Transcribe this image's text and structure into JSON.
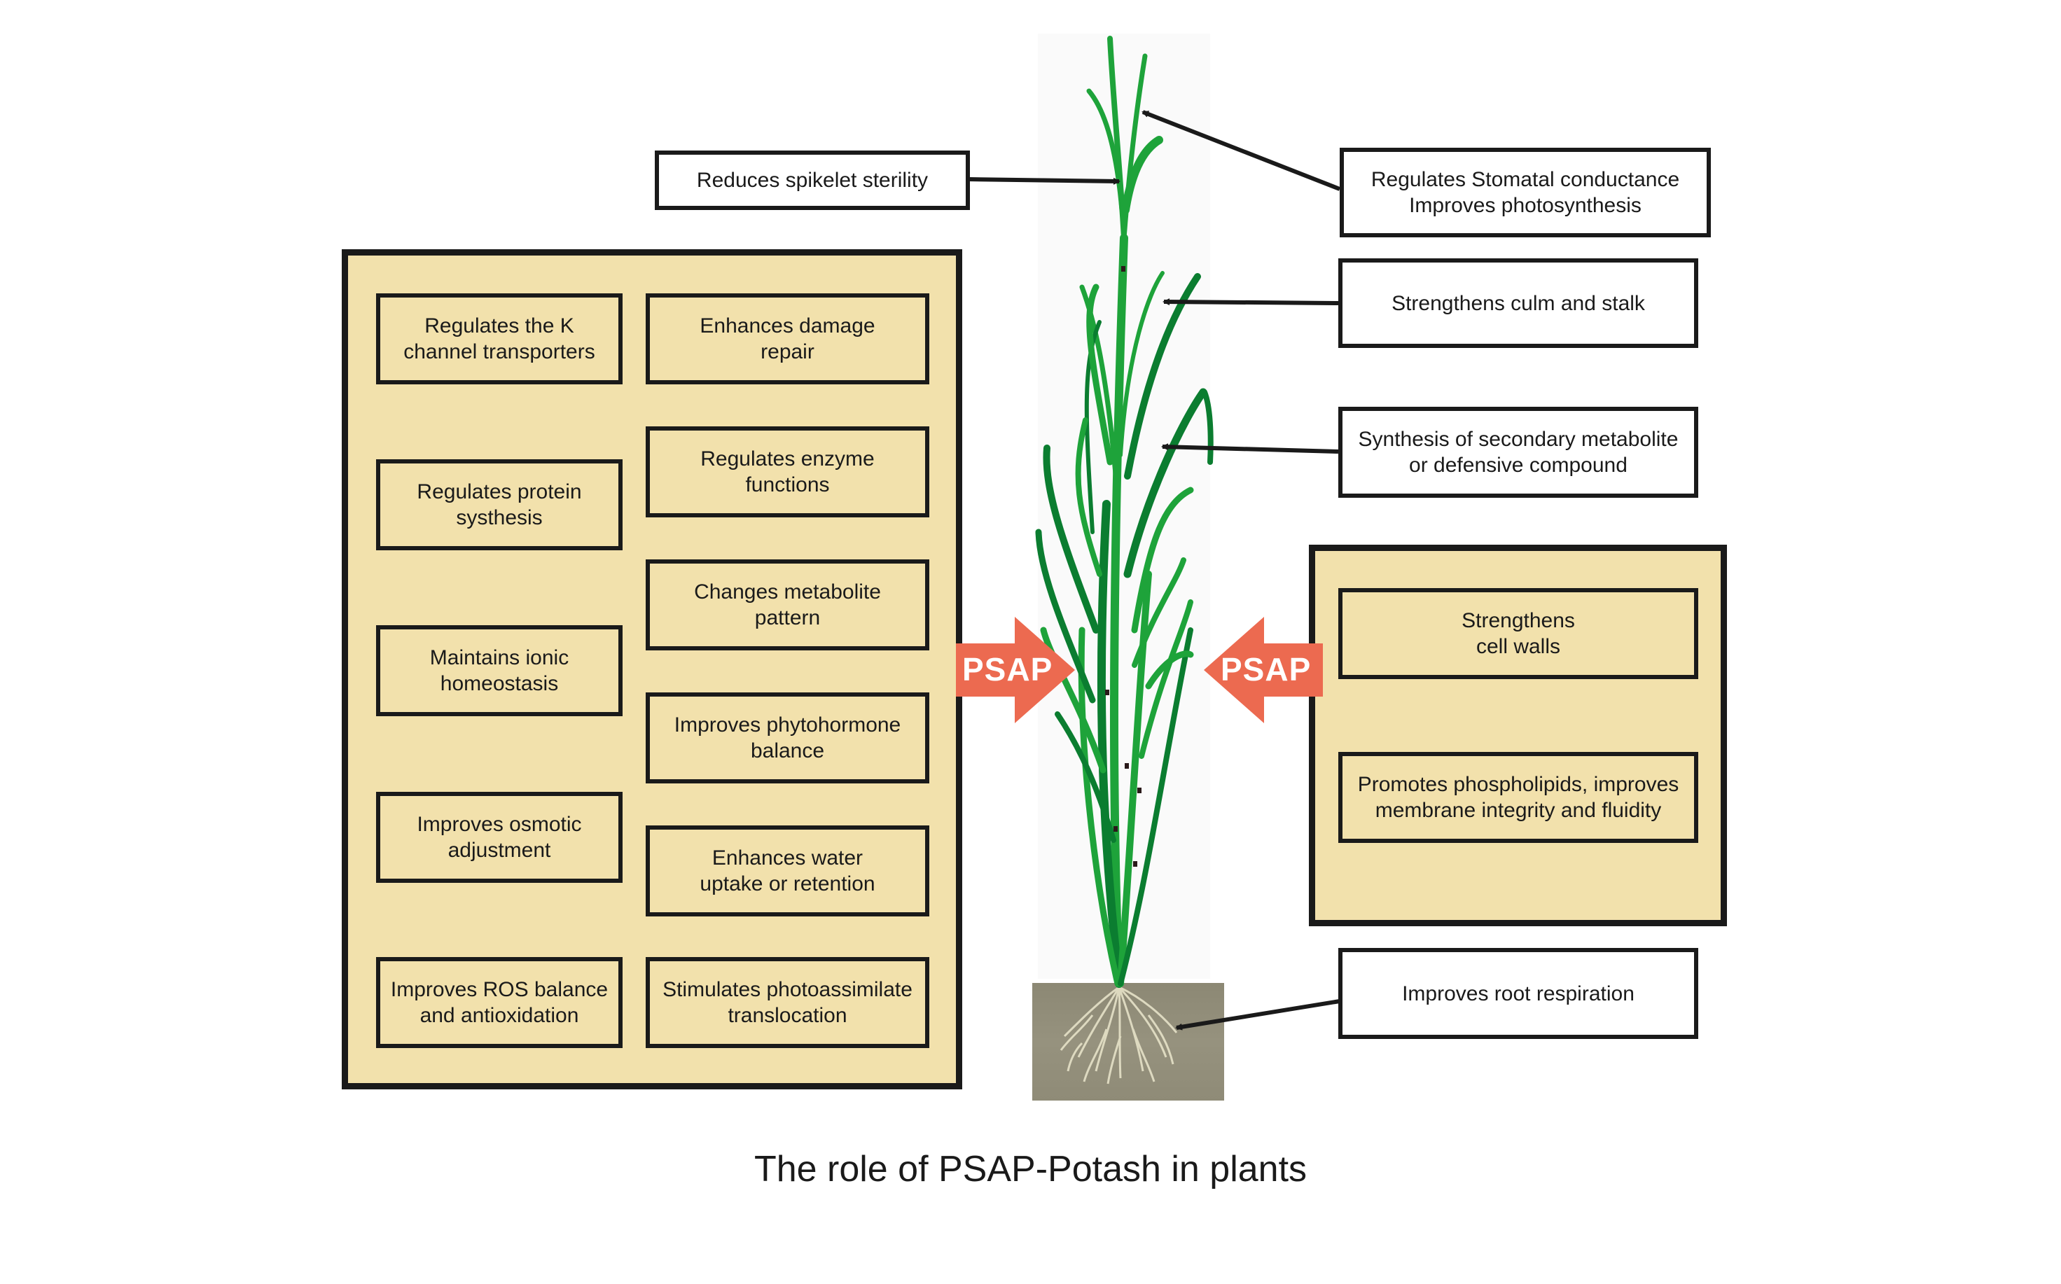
{
  "title": "The role of PSAP-Potash in plants",
  "colors": {
    "panel_fill": "#f2e1ac",
    "border": "#1a1a1a",
    "psap_arrow": "#ec6a50",
    "leaf_light": "#1ea33a",
    "leaf_dark": "#0b7d30",
    "soil": "#8e8a75",
    "roots": "#e8e4cc"
  },
  "psap_arrows": [
    {
      "label": "PSAP",
      "direction": "right"
    },
    {
      "label": "PSAP",
      "direction": "left"
    }
  ],
  "callouts": {
    "spikelet": "Reduces spikelet sterility",
    "stomatal": "Regulates Stomatal conductance\nImproves photosynthesis",
    "culm": "Strengthens culm and stalk",
    "secondary": "Synthesis of secondary metabolite\nor defensive compound",
    "root": "Improves root respiration"
  },
  "left_panel": {
    "left_column": [
      "Regulates the K\nchannel transporters",
      "Regulates protein\nsysthesis",
      "Maintains ionic\nhomeostasis",
      "Improves osmotic\nadjustment",
      "Improves ROS balance\nand antioxidation"
    ],
    "right_column": [
      "Enhances damage\nrepair",
      "Regulates enzyme\nfunctions",
      "Changes metabolite\npattern",
      "Improves phytohormone\nbalance",
      "Enhances water\nuptake or retention",
      "Stimulates photoassimilate\ntranslocation"
    ]
  },
  "right_panel": {
    "items": [
      "Strengthens\ncell walls",
      "Promotes phospholipids, improves\nmembrane integrity and fluidity"
    ]
  }
}
